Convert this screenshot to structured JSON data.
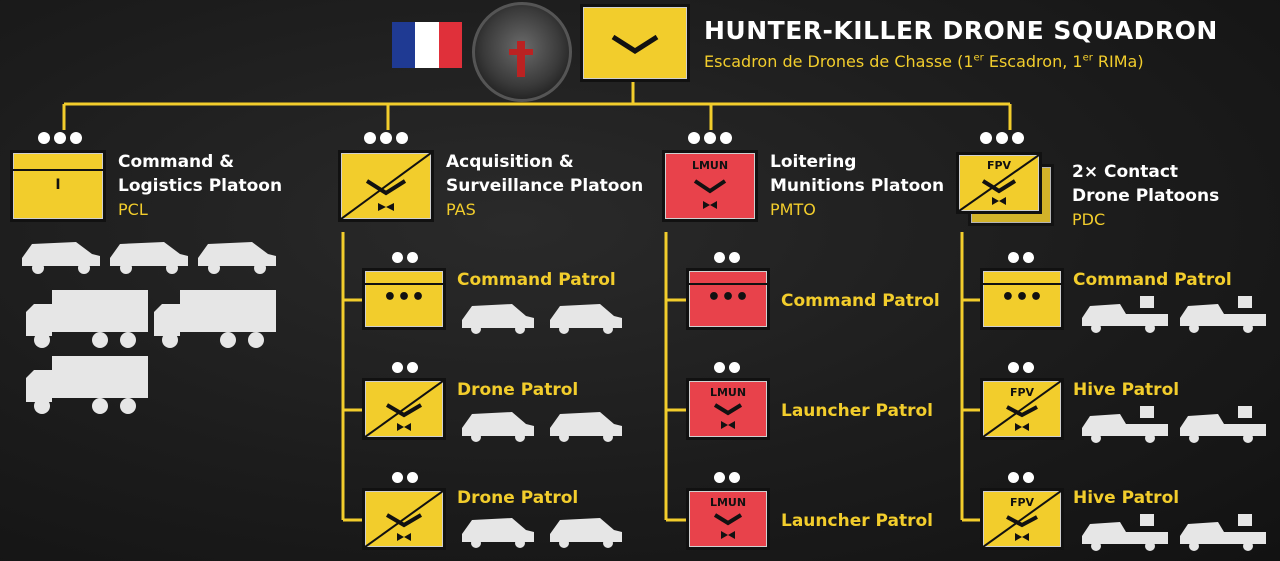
{
  "header": {
    "title": "HUNTER-KILLER DRONE SQUADRON",
    "subtitle_main": "Escadron de Drones de Chasse (1",
    "subtitle_sup1": "er",
    "subtitle_mid": " Escadron, 1",
    "subtitle_sup2": "er",
    "subtitle_end": " RIMa)"
  },
  "flag_colors": [
    "#1f3a93",
    "#ffffff",
    "#e0303a"
  ],
  "colors": {
    "accent": "#f2cd2c",
    "red": "#e8424b",
    "line": "#f2cd2c"
  },
  "platoons": [
    {
      "name_l1": "Command &",
      "name_l2": "Logistics Platoon",
      "abbr": "PCL",
      "symbol_text": "I"
    },
    {
      "name_l1": "Acquisition &",
      "name_l2": "Surveillance Platoon",
      "abbr": "PAS",
      "symbol_text": ""
    },
    {
      "name_l1": "Loitering",
      "name_l2": "Munitions Platoon",
      "abbr": "PMTO",
      "symbol_text": "LMUN"
    },
    {
      "name_l1": "2× Contact",
      "name_l2": "Drone Platoons",
      "abbr": "PDC",
      "symbol_text": "FPV"
    }
  ],
  "patrols": {
    "pas": [
      "Command Patrol",
      "Drone Patrol",
      "Drone Patrol"
    ],
    "pmto": [
      "Command Patrol",
      "Launcher Patrol",
      "Launcher Patrol"
    ],
    "pdc": [
      "Command Patrol",
      "Hive Patrol",
      "Hive Patrol"
    ]
  },
  "symbol_texts": {
    "lmun": "LMUN",
    "fpv": "FPV"
  }
}
